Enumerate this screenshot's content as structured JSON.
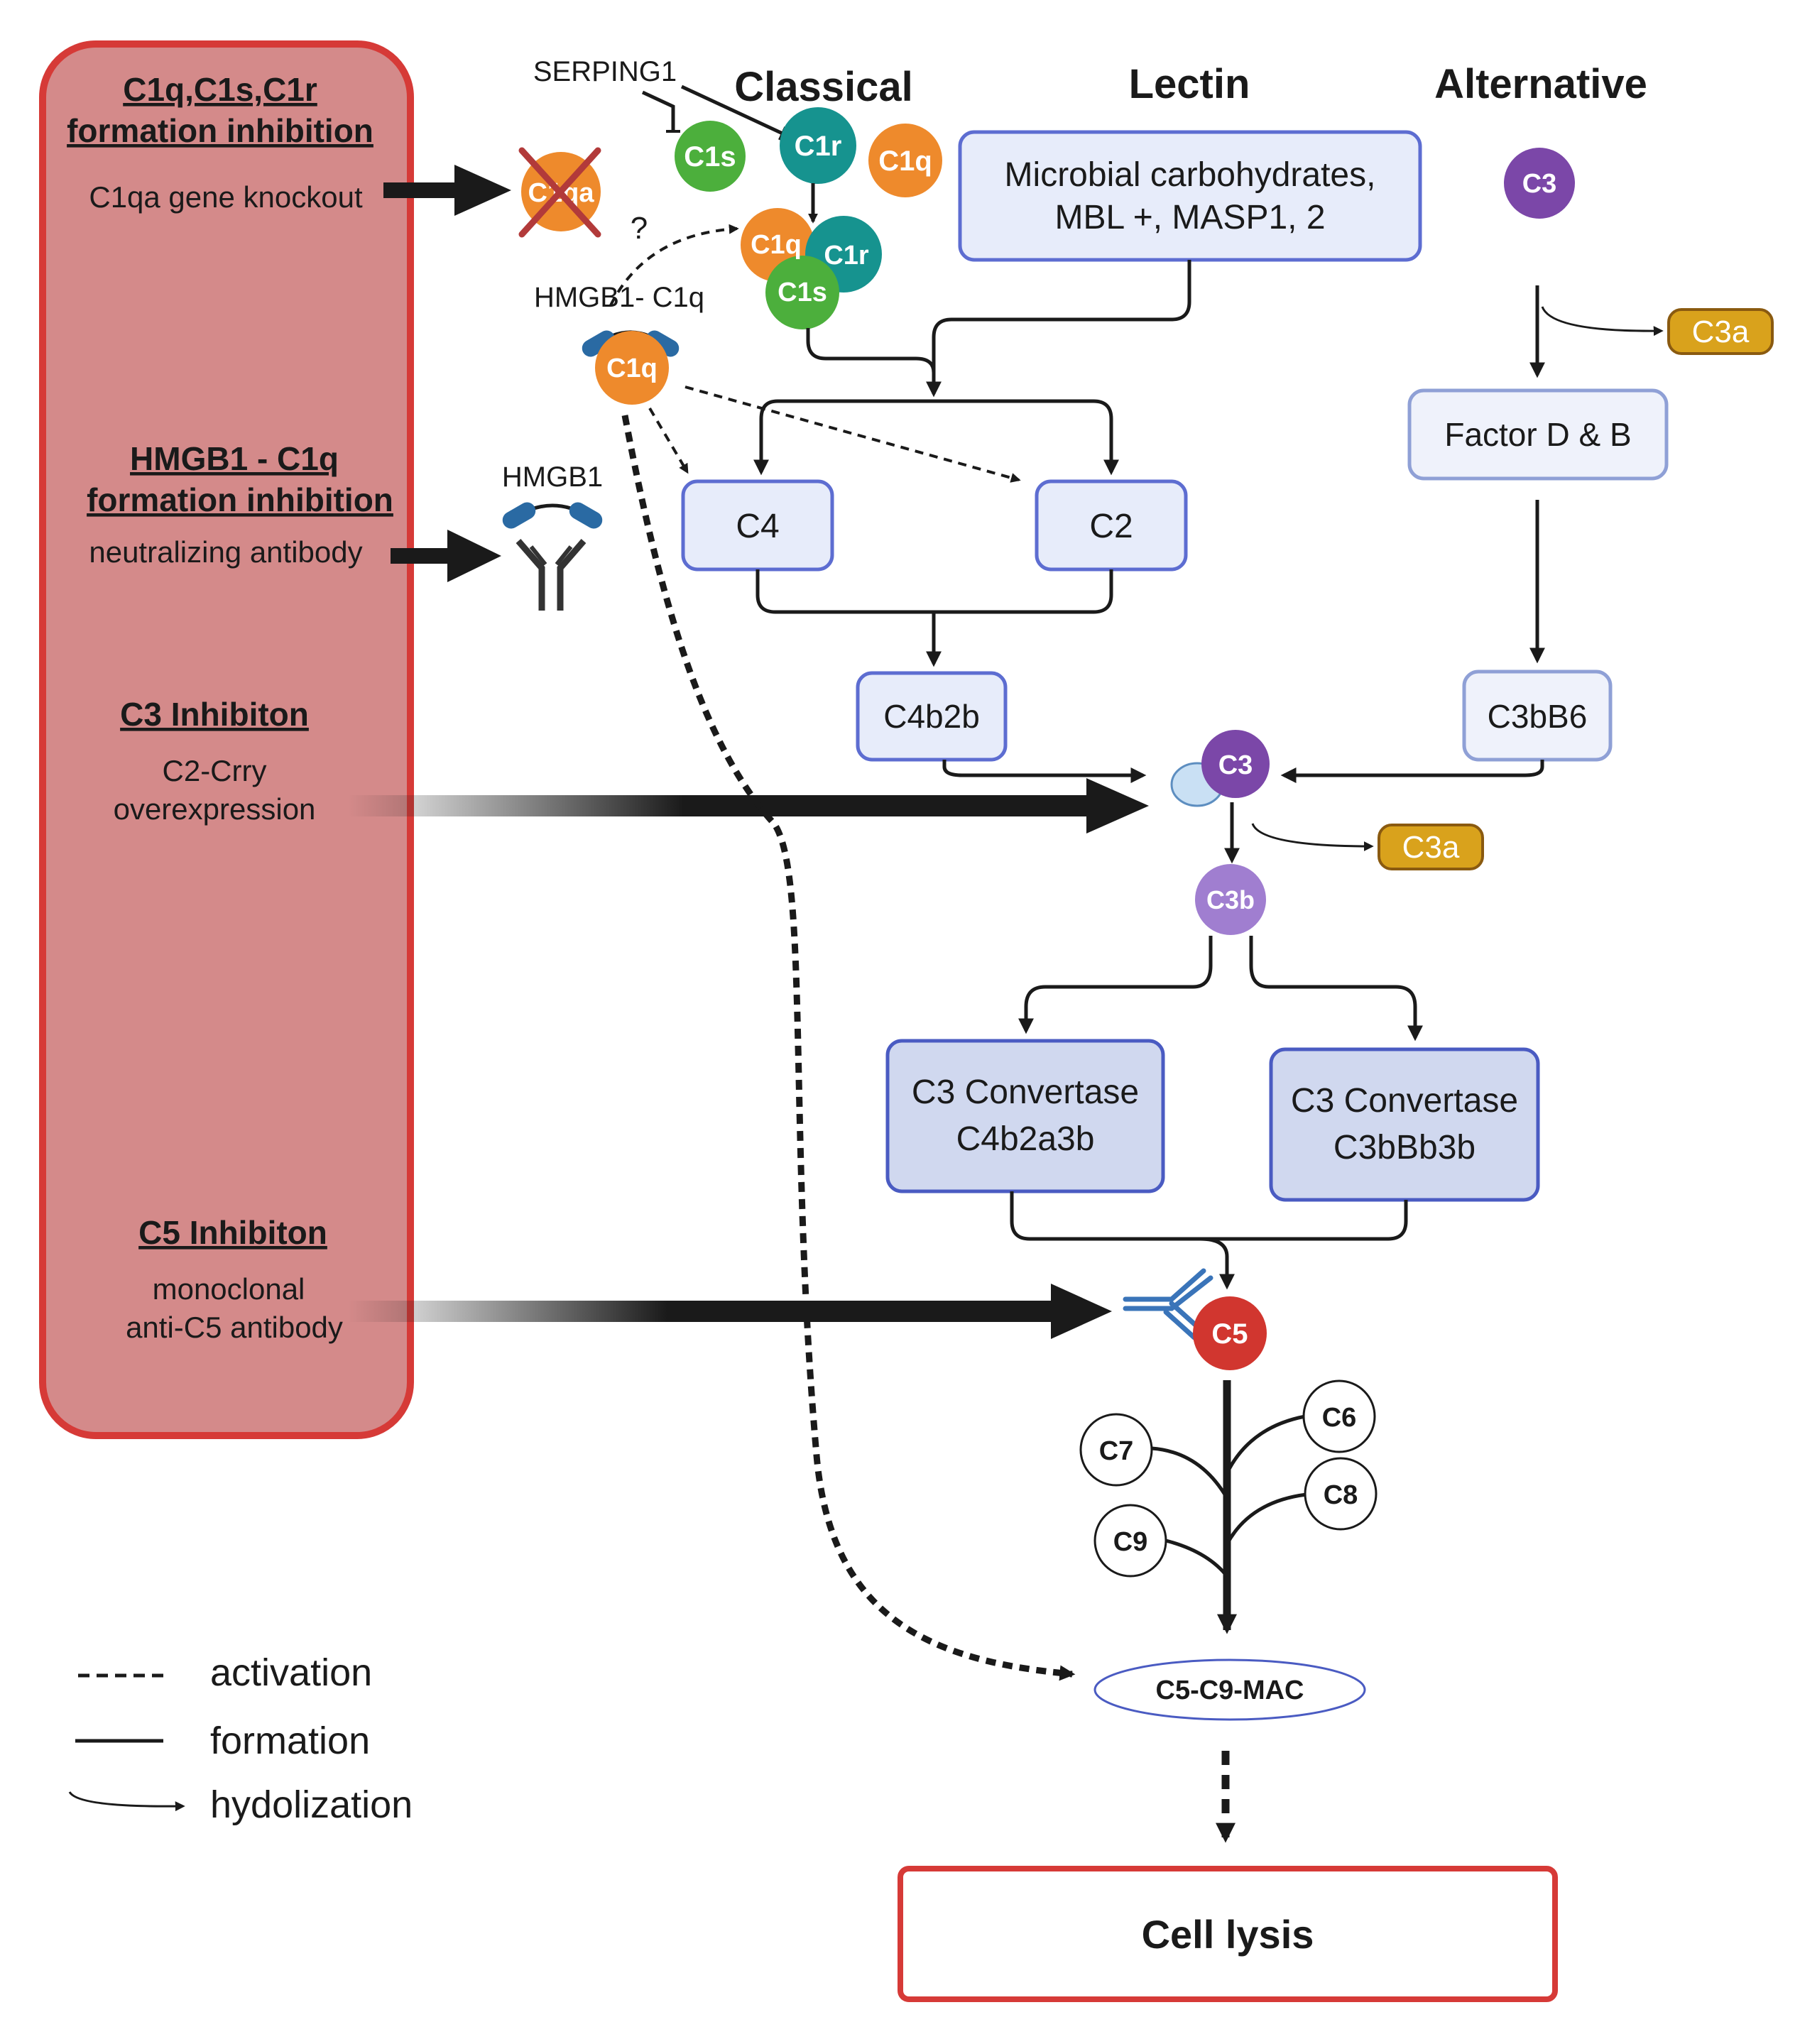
{
  "pathways": {
    "classical": "Classical",
    "lectin": "Lectin",
    "alternative": "Alternative"
  },
  "inhibition_panel": {
    "block1_title_line1": "C1q,C1s,C1r",
    "block1_title_line2": "formation inhibition",
    "block1_method": "C1qa gene knockout",
    "block2_title_line1": "HMGB1 - C1q",
    "block2_title_line2": "formation inhibition",
    "block2_method": "neutralizing antibody",
    "block3_title": "C3 Inhibiton",
    "block3_method_line1": "C2-Crry",
    "block3_method_line2": "overexpression",
    "block4_title": "C5 Inhibiton",
    "block4_method_line1": "monoclonal",
    "block4_method_line2": "anti-C5 antibody"
  },
  "molecules": {
    "serping1": "SERPING1",
    "c1s": "C1s",
    "c1r": "C1r",
    "c1q": "C1q",
    "c1qa": "C1qa",
    "question": "?",
    "hmgb1_c1q_label": "HMGB1- C1q",
    "hmgb1": "HMGB1",
    "c3": "C3",
    "c3a": "C3a",
    "c3b": "C3b",
    "c5": "C5",
    "c6": "C6",
    "c7": "C7",
    "c8": "C8",
    "c9": "C9"
  },
  "boxes": {
    "lectin_line1": "Microbial carbohydrates,",
    "lectin_line2": "MBL +, MASP1, 2",
    "c4": "C4",
    "c2": "C2",
    "c4b2b": "C4b2b",
    "factor_db": "Factor D & B",
    "c3bb6": "C3bB6",
    "conv1_line1": "C3 Convertase",
    "conv1_line2": "C4b2a3b",
    "conv2_line1": "C3 Convertase",
    "conv2_line2": "C3bBb3b",
    "mac": "C5-C9-MAC",
    "cell_lysis": "Cell lysis"
  },
  "legend": {
    "activation": "activation",
    "formation": "formation",
    "hydrolization": "hydolization"
  },
  "colors": {
    "panel_fill": "#d48a8a",
    "panel_border": "#d63a37",
    "box_fill": "#e7ecfa",
    "box_border": "#5d6dd1",
    "convertase_fill": "#d0d8ef",
    "convertase_border": "#4a5bc2",
    "factor_fill": "#eff2fb",
    "factor_border": "#8fa0d6",
    "c1s_green": "#4caf3c",
    "c1r_teal": "#16938f",
    "c1q_orange": "#ee8a2c",
    "c3_purple": "#7b47a8",
    "c3b_lavender": "#a07ed0",
    "c3a_gold": "#d9a21c",
    "c5_red": "#d1362f",
    "antibody_blue": "#3a74b9",
    "hmgb1_blue": "#2a6aa3"
  }
}
